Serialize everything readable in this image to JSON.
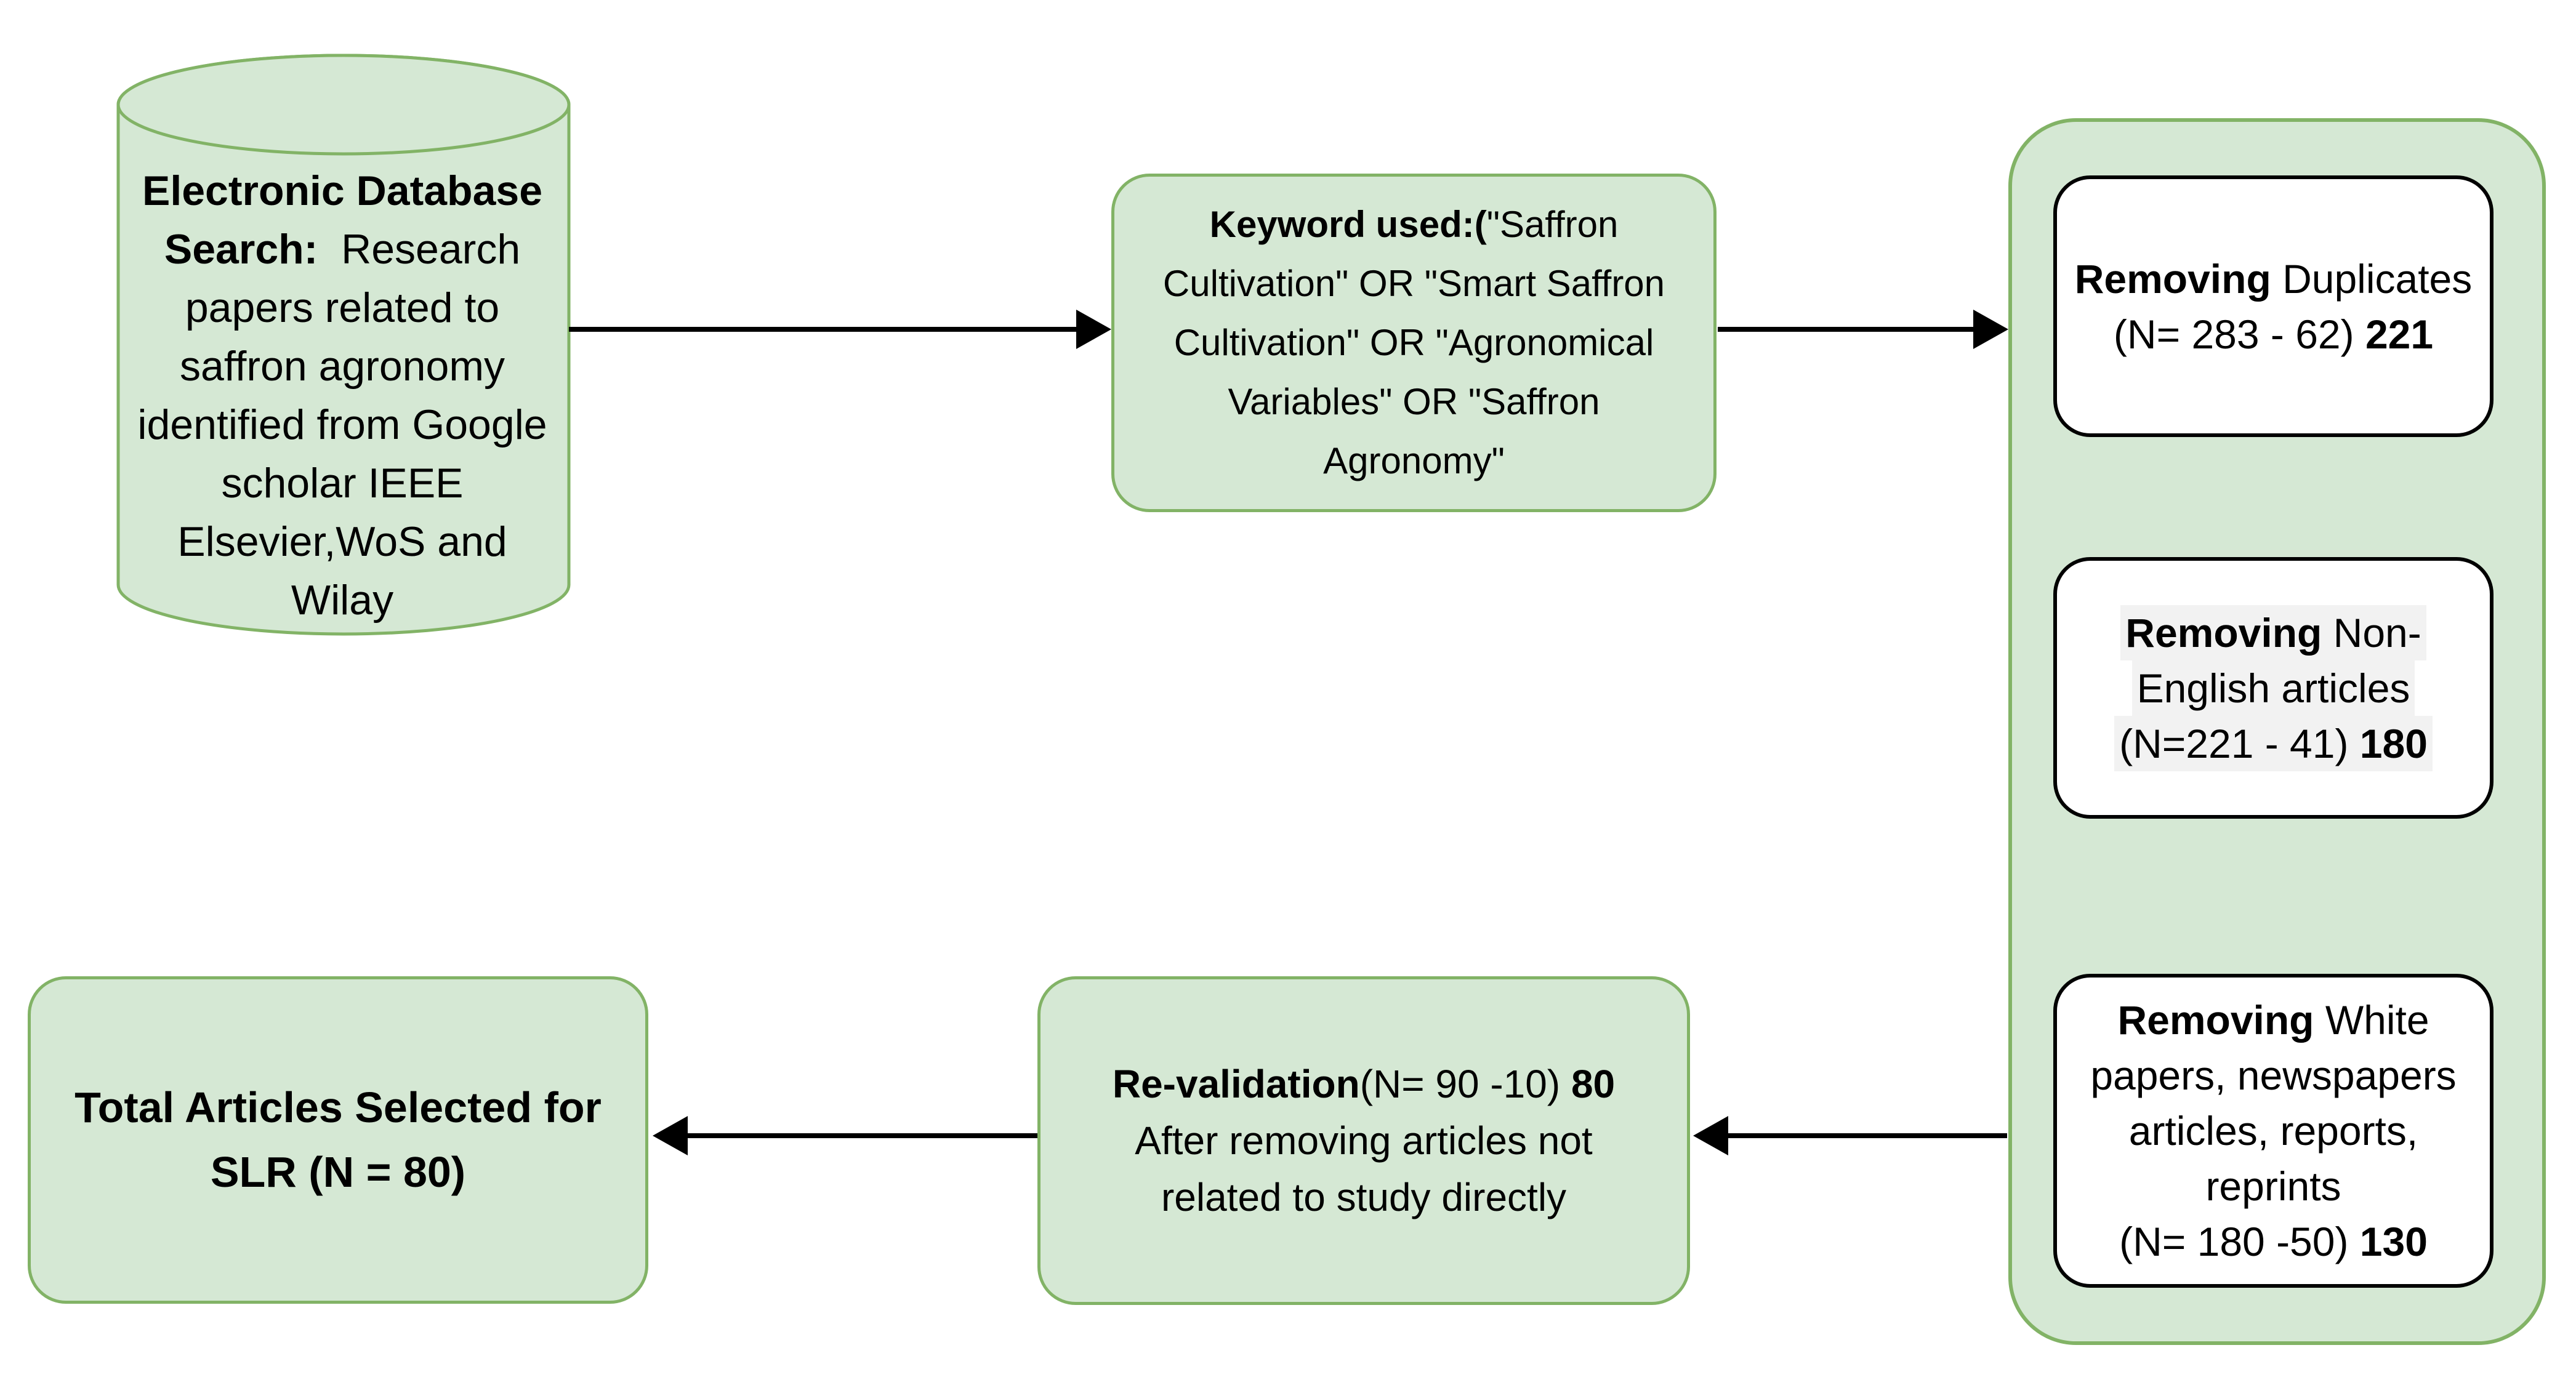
{
  "colors": {
    "node_fill": "#d5e8d4",
    "node_stroke": "#82b366",
    "inner_fill": "#ffffff",
    "inner_stroke": "#000000",
    "arrow": "#000000",
    "text": "#000000",
    "background": "#ffffff",
    "highlight": "#f2f2f2"
  },
  "nodes": {
    "database": {
      "shape": "cylinder",
      "lines": [
        [
          {
            "t": "Electronic Database",
            "b": true
          }
        ],
        [
          {
            "t": "Search:",
            "b": true
          },
          {
            "t": "  Research",
            "b": false
          }
        ],
        [
          {
            "t": "papers related to",
            "b": false
          }
        ],
        [
          {
            "t": "saffron agronomy",
            "b": false
          }
        ],
        [
          {
            "t": "identified from Google",
            "b": false
          }
        ],
        [
          {
            "t": "scholar IEEE",
            "b": false
          }
        ],
        [
          {
            "t": "Elsevier,WoS and",
            "b": false
          }
        ],
        [
          {
            "t": "Wilay",
            "b": false
          }
        ]
      ]
    },
    "keywords": {
      "shape": "rounded-rect",
      "lines": [
        [
          {
            "t": "Keyword used:(",
            "b": true
          },
          {
            "t": "\"Saffron",
            "b": false
          }
        ],
        [
          {
            "t": "Cultivation\" OR \"Smart Saffron",
            "b": false
          }
        ],
        [
          {
            "t": "Cultivation\" OR \"Agronomical",
            "b": false
          }
        ],
        [
          {
            "t": "Variables\" OR \"Saffron",
            "b": false
          }
        ],
        [
          {
            "t": "Agronomy\"",
            "b": false
          }
        ]
      ]
    },
    "remove_duplicates": {
      "shape": "rounded-rect",
      "lines": [
        [
          {
            "t": "Removing",
            "b": true
          },
          {
            "t": " Duplicates",
            "b": false
          }
        ],
        [
          {
            "t": "(N= 283 - 62) ",
            "b": false
          },
          {
            "t": "221",
            "b": true
          }
        ]
      ]
    },
    "remove_non_english": {
      "shape": "rounded-rect",
      "lines": [
        [
          {
            "t": "Removing",
            "b": true
          },
          {
            "t": " Non-",
            "b": false
          }
        ],
        [
          {
            "t": "English articles",
            "b": false
          }
        ],
        [
          {
            "t": "(N=221 - 41) ",
            "b": false
          },
          {
            "t": "180",
            "b": true
          }
        ]
      ]
    },
    "remove_white_papers": {
      "shape": "rounded-rect",
      "lines": [
        [
          {
            "t": "Removing",
            "b": true
          },
          {
            "t": " White",
            "b": false
          }
        ],
        [
          {
            "t": "papers, newspapers",
            "b": false
          }
        ],
        [
          {
            "t": "articles, reports,",
            "b": false
          }
        ],
        [
          {
            "t": "reprints",
            "b": false
          }
        ],
        [
          {
            "t": "(N= 180 -50) ",
            "b": false
          },
          {
            "t": "130",
            "b": true
          }
        ]
      ]
    },
    "revalidation": {
      "shape": "rounded-rect",
      "lines": [
        [
          {
            "t": "Re-validation",
            "b": true
          },
          {
            "t": "(N= 90 -10) ",
            "b": false
          },
          {
            "t": "80",
            "b": true
          }
        ],
        [
          {
            "t": "After removing articles not",
            "b": false
          }
        ],
        [
          {
            "t": "related to study directly",
            "b": false
          }
        ]
      ]
    },
    "total": {
      "shape": "rounded-rect",
      "lines": [
        [
          {
            "t": "Total Articles Selected for",
            "b": true
          }
        ],
        [
          {
            "t": "SLR (N = 80)",
            "b": true
          }
        ]
      ]
    }
  },
  "edges": [
    {
      "from": "database",
      "to": "keywords",
      "direction": "right"
    },
    {
      "from": "keywords",
      "to": "screening-container",
      "direction": "right"
    },
    {
      "from": "remove_duplicates",
      "to": "remove_non_english",
      "direction": "down"
    },
    {
      "from": "remove_non_english",
      "to": "remove_white_papers",
      "direction": "down"
    },
    {
      "from": "screening-container",
      "to": "revalidation",
      "direction": "left"
    },
    {
      "from": "revalidation",
      "to": "total",
      "direction": "left"
    }
  ]
}
